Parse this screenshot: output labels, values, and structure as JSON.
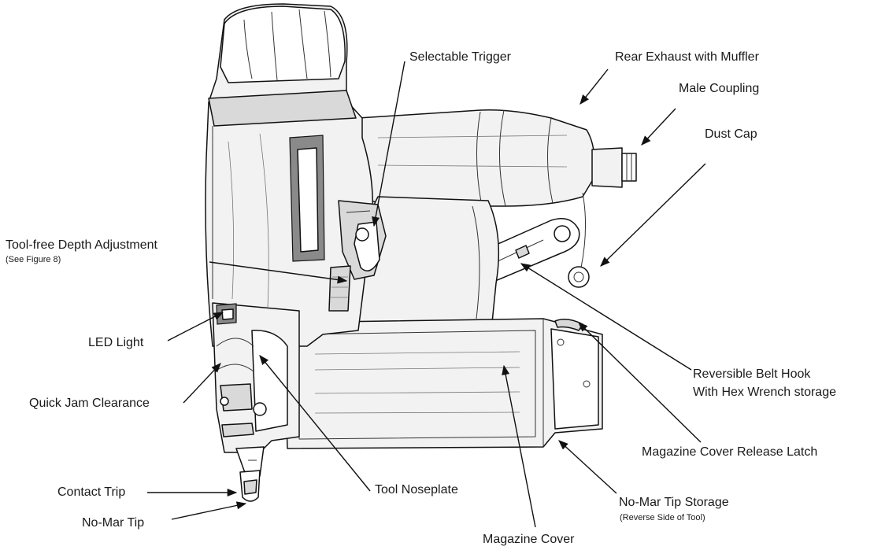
{
  "labels": {
    "selectable_trigger": "Selectable Trigger",
    "rear_exhaust": "Rear Exhaust with Muffler",
    "male_coupling": "Male Coupling",
    "dust_cap": "Dust Cap",
    "depth_adjustment": "Tool-free Depth Adjustment",
    "depth_adjustment_note": "(See Figure 8)",
    "led_light": "LED Light",
    "quick_jam": "Quick Jam Clearance",
    "belt_hook_line1": "Reversible Belt Hook",
    "belt_hook_line2": "With Hex Wrench storage",
    "magazine_release": "Magazine Cover Release Latch",
    "contact_trip": "Contact Trip",
    "tool_noseplate": "Tool Noseplate",
    "no_mar_tip": "No-Mar Tip",
    "no_mar_storage": "No-Mar Tip Storage",
    "no_mar_storage_note": "(Reverse Side of Tool)",
    "magazine_cover": "Magazine Cover"
  }
}
